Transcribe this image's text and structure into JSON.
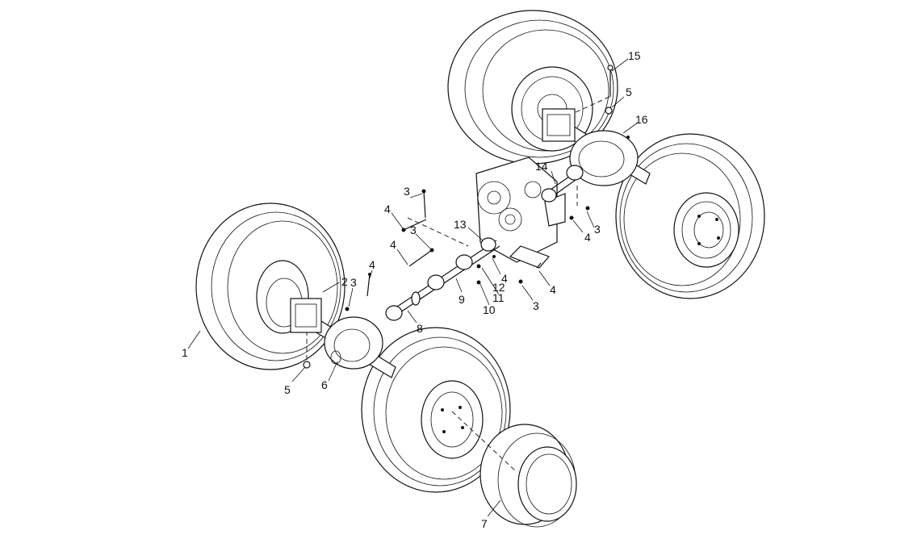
{
  "callouts": {
    "c1": "1",
    "c2": "2",
    "c3a": "3",
    "c3b": "3",
    "c3c": "3",
    "c3d": "3",
    "c3e": "3",
    "c4a": "4",
    "c4b": "4",
    "c4c": "4",
    "c4d": "4",
    "c4e": "4",
    "c4f": "4",
    "c5a": "5",
    "c5b": "5",
    "c6": "6",
    "c7": "7",
    "c8": "8",
    "c9": "9",
    "c10": "10",
    "c11": "11",
    "c12": "12",
    "c13": "13",
    "c14": "14",
    "c15": "15",
    "c16": "16"
  }
}
